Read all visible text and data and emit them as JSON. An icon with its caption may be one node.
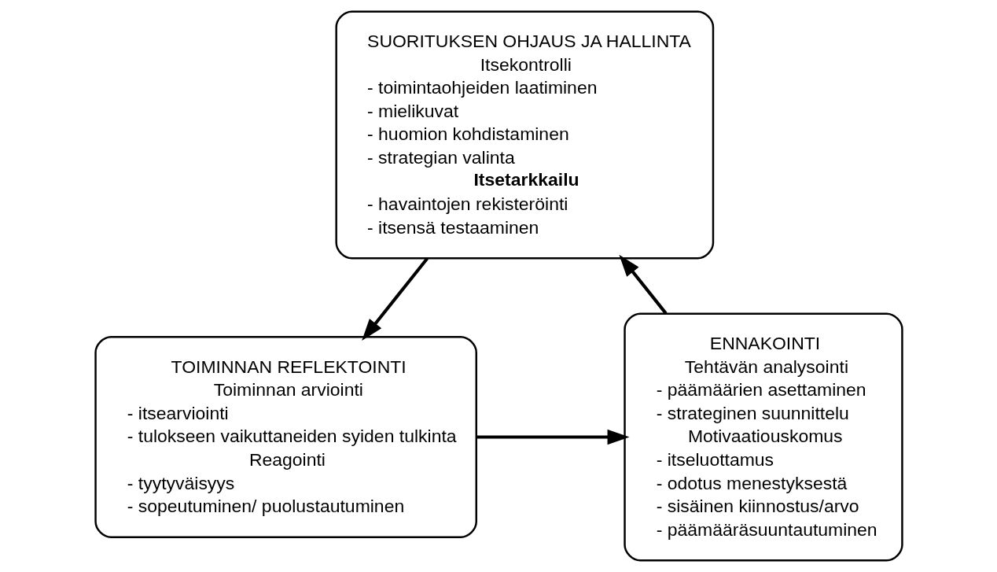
{
  "diagram": {
    "nodes": [
      {
        "text": [
          "SUORITUKSEN OHJAUS JA HALLINTA",
          "Itsekontrolli",
          "- toimintaohjeiden laatiminen",
          "- mielikuvat",
          "- huomion kohdistaminen",
          "- strategian valinta",
          "Itsetarkkailu",
          "- havaintojen rekisteröinti",
          "- itsensä testaaminen"
        ]
      },
      {
        "text": [
          "ENNAKOINTI",
          "Tehtävän analysointi",
          "- päämäärien asettaminen",
          "- strateginen suunnittelu",
          "Motivaatiouskomus",
          "- itseluottamus",
          "- odotus menestyksestä",
          "- sisäinen kiinnostus/arvo",
          "- päämääräsuuntautuminen"
        ]
      },
      {
        "text": [
          "TOIMINNAN REFLEKTOINTI",
          "Toiminnan arviointi",
          "- itsearviointi",
          "- tulokseen vaikuttaneiden syiden tulkinta",
          "Reagointi",
          "- tyytyväisyys",
          "- sopeutuminen/ puolustautuminen"
        ]
      }
    ],
    "edges": [
      {
        "from": 1,
        "to": 0,
        "arrow": "to"
      },
      {
        "from": 0,
        "to": 2,
        "arrow": "to"
      },
      {
        "from": 2,
        "to": 1,
        "arrow": "to"
      }
    ]
  }
}
